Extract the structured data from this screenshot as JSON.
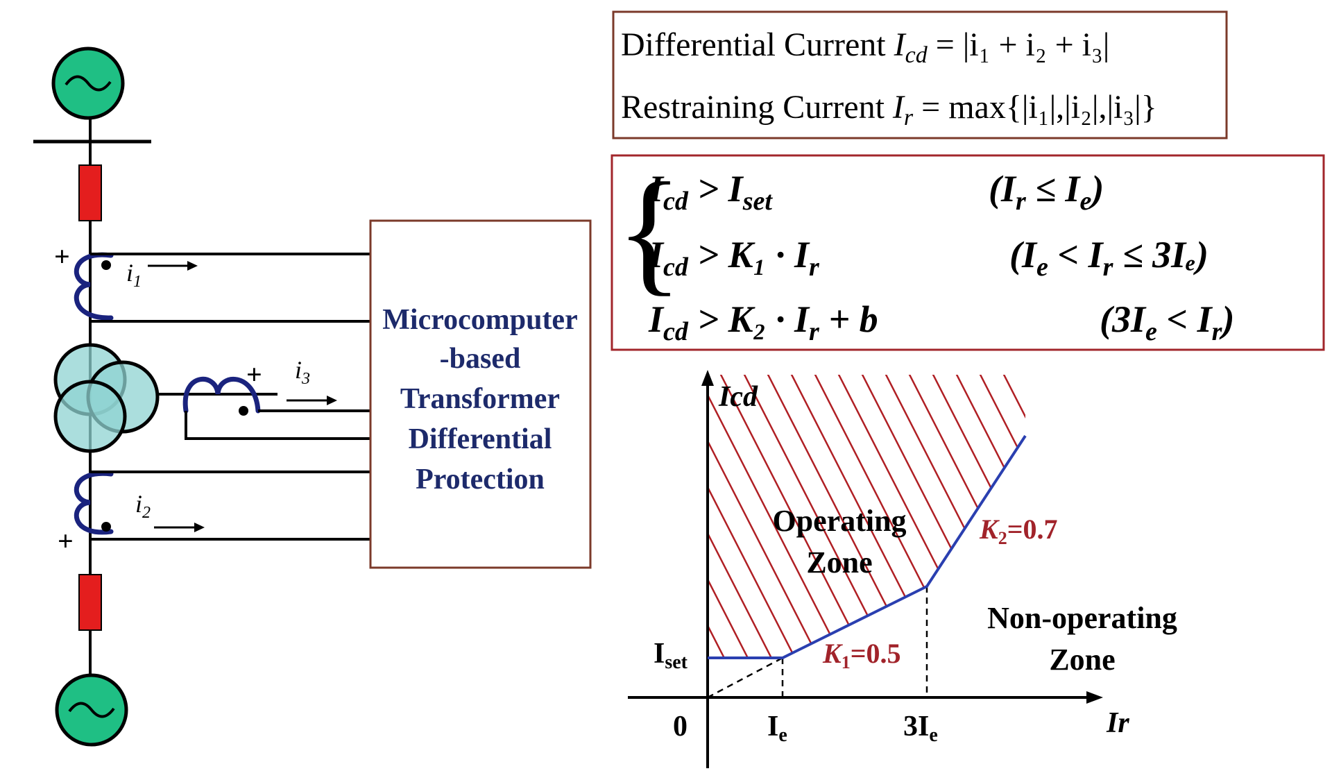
{
  "relay_box": {
    "lines": [
      "Microcomputer",
      "-based",
      "Transformer",
      "Differential",
      "Protection"
    ]
  },
  "currents": {
    "i1": "i",
    "i1_sub": "1",
    "i2": "i",
    "i2_sub": "2",
    "i3": "i",
    "i3_sub": "3",
    "plus": "+"
  },
  "definitions": {
    "line1_text": "Differential Current ",
    "line1_formula": "I",
    "line1_sub": "cd",
    "line1_rhs": " = |i₁ + i₂ + i₃|",
    "line2_text": "Restraining Current ",
    "line2_formula": "I",
    "line2_sub": "r",
    "line2_rhs": " = max{|i₁|,|i₂|,|i₃|}"
  },
  "criteria": [
    {
      "lhs": "I",
      "lhs_sub": "cd",
      "op": " > I",
      "op_sub": "set",
      "cond": "(I",
      "cond_sub": "r",
      "cond_rest": " ≤ I",
      "cond_sub2": "e",
      "cond_end": ")"
    },
    {
      "lhs": "I",
      "lhs_sub": "cd",
      "op": " > K₁ · I",
      "op_sub": "r",
      "cond": "(I",
      "cond_sub": "e",
      "cond_rest": " < I",
      "cond_sub2": "r",
      "cond_end": " ≤ 3Iₑ)"
    },
    {
      "lhs": "I",
      "lhs_sub": "cd",
      "op": " > K₂ · I",
      "op_sub": "r",
      "op_tail": " + b",
      "cond": "(3I",
      "cond_sub": "e",
      "cond_rest": " < I",
      "cond_sub2": "r",
      "cond_end": ")"
    }
  ],
  "chart": {
    "y_axis_label": "Icd",
    "x_axis_label": "Ir",
    "origin": "0",
    "iset": "I",
    "iset_sub": "set",
    "ie": "I",
    "ie_sub": "e",
    "three_ie": "3I",
    "three_ie_sub": "e",
    "operating_zone": [
      "Operating",
      "Zone"
    ],
    "non_operating_zone": [
      "Non-operating",
      "Zone"
    ],
    "k1_label": "K",
    "k1_sub": "1",
    "k1_val": "=0.5",
    "k2_label": "K",
    "k2_sub": "2",
    "k2_val": "=0.7",
    "colors": {
      "curve": "#2a3fb0",
      "hatch": "#b01f24"
    }
  },
  "colors": {
    "source": "#1fbf84",
    "transformer": "#8fd3d1",
    "resistor": "#e41e1e",
    "coil": "#1a237e",
    "relay_text": "#1d2a6b"
  }
}
